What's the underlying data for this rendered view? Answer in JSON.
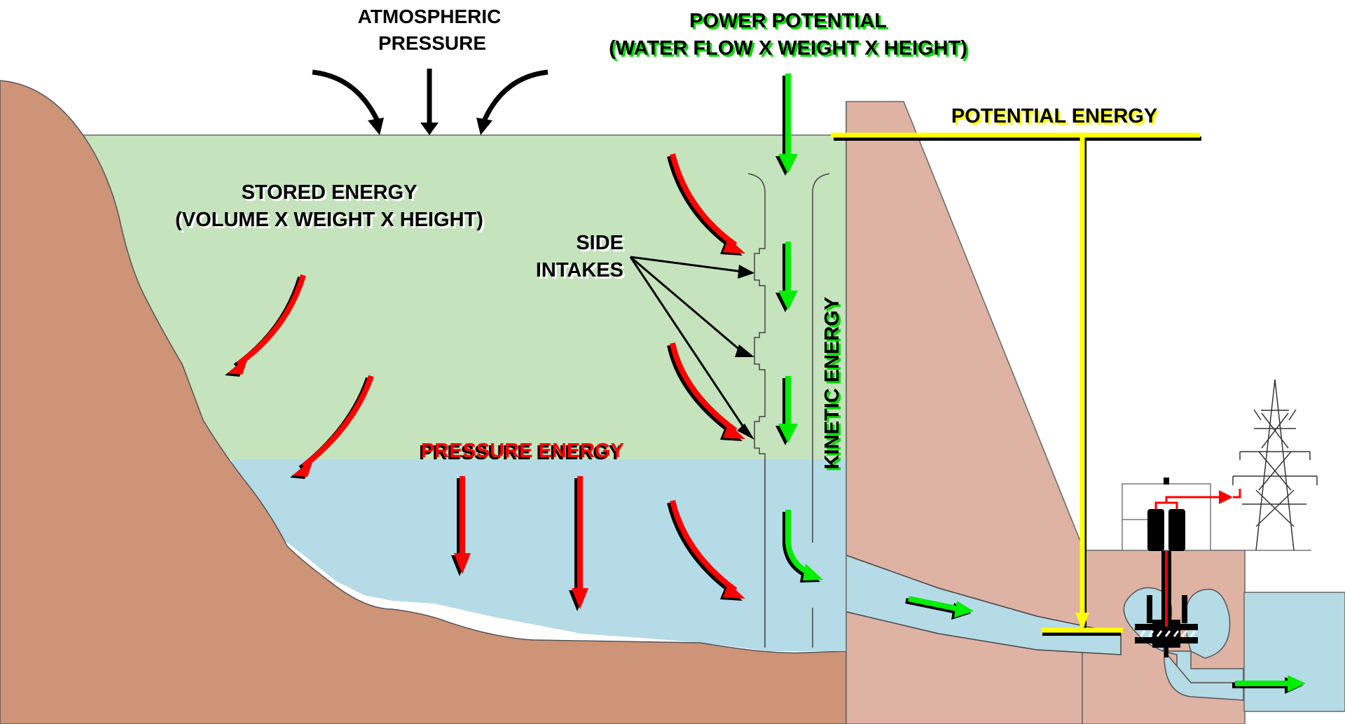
{
  "diagram": {
    "title": "Hydroelectric Dam Energy Conversion",
    "labels": {
      "atmospheric_pressure": [
        "ATMOSPHERIC",
        "PRESSURE"
      ],
      "power_potential": [
        "POWER POTENTIAL",
        "(WATER FLOW X WEIGHT X HEIGHT)"
      ],
      "potential_energy": "POTENTIAL ENERGY",
      "stored_energy": [
        "STORED ENERGY",
        "(VOLUME X WEIGHT X HEIGHT)"
      ],
      "side_intakes": [
        "SIDE",
        "INTAKES"
      ],
      "pressure_energy": "PRESSURE ENERGY",
      "kinetic_energy": "KINETIC ENERGY"
    },
    "regions": [
      {
        "name": "hillside",
        "color": "#cd9477"
      },
      {
        "name": "upper-reservoir-stored-energy",
        "color": "#c5e3bd"
      },
      {
        "name": "lower-reservoir-pressure-zone",
        "color": "#b4dbe6"
      },
      {
        "name": "dam",
        "color": "#deb3a3"
      },
      {
        "name": "powerhouse",
        "color": "#deb3a3"
      },
      {
        "name": "tailrace",
        "color": "#b4dbe6"
      }
    ],
    "components": [
      "side-intakes",
      "intake-tower",
      "penstock",
      "turbine",
      "generator",
      "transmission-tower",
      "tailrace"
    ],
    "colors": {
      "pressure_arrow": "#ff0000",
      "flow_arrow": "#00ee00",
      "potential_bar": "#ffff00",
      "atmospheric_arrow": "#000000",
      "outline": "#555555"
    }
  }
}
